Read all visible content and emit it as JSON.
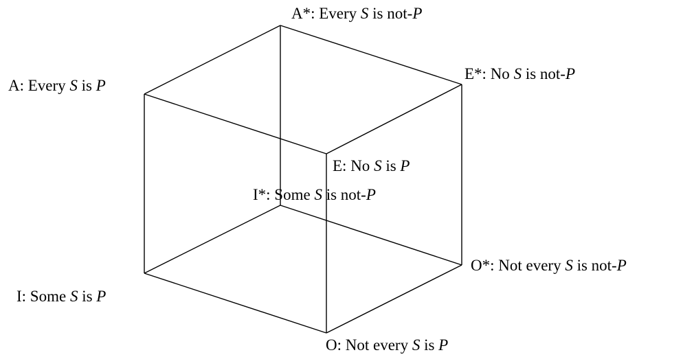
{
  "diagram": {
    "line_color": "#000000",
    "vertices": {
      "A": {
        "prefix": "A: Every ",
        "s": "S",
        "mid": " is ",
        "p": "P"
      },
      "A_star": {
        "prefix": "A*: Every ",
        "s": "S",
        "mid": " is not-",
        "p": "P"
      },
      "E": {
        "prefix": "E: No ",
        "s": "S",
        "mid": " is ",
        "p": "P"
      },
      "E_star": {
        "prefix": "E*: No ",
        "s": "S",
        "mid": " is not-",
        "p": "P"
      },
      "I": {
        "prefix": "I: Some ",
        "s": "S",
        "mid": " is ",
        "p": "P"
      },
      "I_star": {
        "prefix": "I*: Some ",
        "s": "S",
        "mid": " is not-",
        "p": "P"
      },
      "O": {
        "prefix": "O: Not every ",
        "s": "S",
        "mid": " is ",
        "p": "P"
      },
      "O_star": {
        "prefix": "O*: Not every ",
        "s": "S",
        "mid": " is not-",
        "p": "P"
      }
    },
    "edges": [
      [
        "A",
        "A_star"
      ],
      [
        "A_star",
        "E_star"
      ],
      [
        "E_star",
        "E"
      ],
      [
        "E",
        "A"
      ],
      [
        "I",
        "I_star"
      ],
      [
        "I_star",
        "O_star"
      ],
      [
        "O_star",
        "O"
      ],
      [
        "O",
        "I"
      ],
      [
        "A",
        "I"
      ],
      [
        "A_star",
        "I_star"
      ],
      [
        "E_star",
        "O_star"
      ],
      [
        "E",
        "O"
      ]
    ]
  }
}
